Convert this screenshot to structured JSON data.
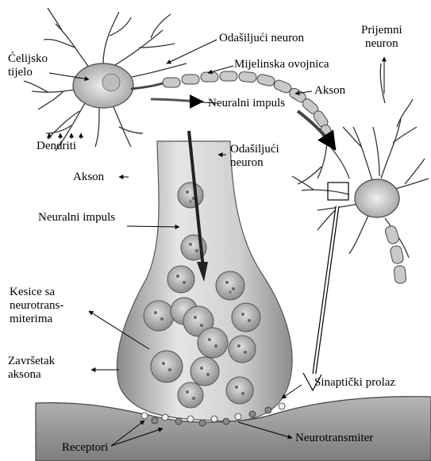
{
  "labels": {
    "celijsko_tijelo": "Ćelijsko\ntijelo",
    "odasiljuci_neuron_top": "Odašiljući neuron",
    "prijemni_neuron": "Prijemni\nneuron",
    "mijelinska_ovojnica": "Mijelinska ovojnica",
    "akson_top": "Akson",
    "neuralni_impuls_top": "Neuralni impuls",
    "dendriti": "Dendriti",
    "odasiljuci_neuron_mid": "Odašiljući\nneuron",
    "akson_mid": "Akson",
    "neuralni_impuls_mid": "Neuralni impuls",
    "kesice": "Kesice sa\nneurotrans-\nmiterima",
    "zavrsetak": "Završetak\naksona",
    "sinapticki_prolaz": "Sinaptički prolaz",
    "receptori": "Receptori",
    "neurotransmiter": "Neurotransmiter"
  },
  "colors": {
    "ink": "#000000",
    "soma_fill": "#d8d8d8",
    "terminal_fill": "#c8c8c8",
    "vesicle_fill": "#b8b8b8",
    "membrane_fill": "#9a9a9a"
  }
}
